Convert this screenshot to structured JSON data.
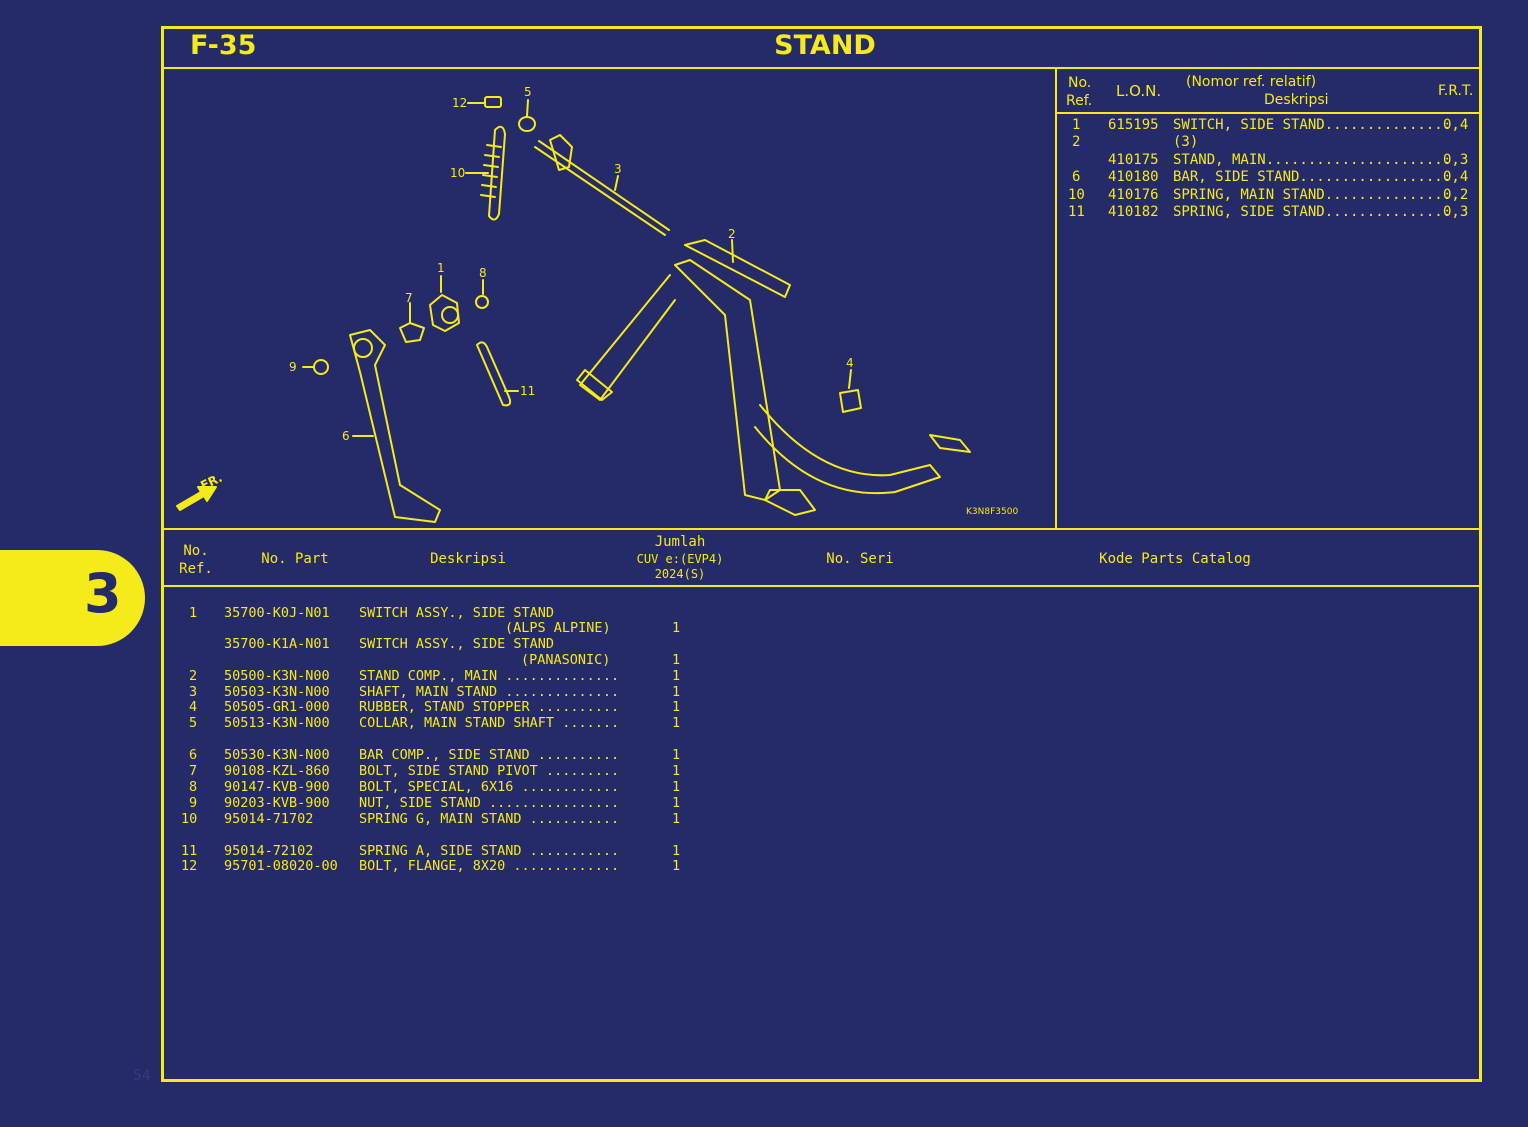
{
  "header": {
    "code": "F-35",
    "title": "STAND"
  },
  "section_tab": "3",
  "page_number": "54",
  "diagram": {
    "image_code": "K3N8F3500",
    "front_label": "FR.",
    "callouts": [
      "1",
      "2",
      "3",
      "4",
      "5",
      "6",
      "7",
      "8",
      "9",
      "10",
      "11",
      "12"
    ]
  },
  "frt_table": {
    "headers": {
      "ref": "No.\nRef.",
      "lon": "L.O.N.",
      "desc_top": "(Nomor ref. relatif)",
      "desc": "Deskripsi",
      "frt": "F.R.T."
    },
    "rows": [
      {
        "ref": "1",
        "lon": "615195",
        "desc": "SWITCH, SIDE STAND...............",
        "frt": "0,4"
      },
      {
        "ref": "2",
        "lon": "",
        "desc": "(3)",
        "frt": ""
      },
      {
        "ref": "",
        "lon": "410175",
        "desc": "STAND, MAIN......................",
        "frt": "0,3"
      },
      {
        "ref": "6",
        "lon": "410180",
        "desc": "BAR, SIDE STAND..................",
        "frt": "0,4"
      },
      {
        "ref": "10",
        "lon": "410176",
        "desc": "SPRING, MAIN STAND...............",
        "frt": "0,2"
      },
      {
        "ref": "11",
        "lon": "410182",
        "desc": "SPRING, SIDE STAND...............",
        "frt": "0,3"
      }
    ]
  },
  "parts_table": {
    "headers": {
      "ref": "No.\nRef.",
      "part": "No. Part",
      "desc": "Deskripsi",
      "qty_top": "Jumlah",
      "qty_mid": "CUV e:(EVP4)",
      "qty_bot": "2024(S)",
      "serial": "No. Seri",
      "catalog": "Kode Parts Catalog"
    },
    "rows": [
      {
        "ref": "1",
        "part": "35700-K0J-N01",
        "desc": "SWITCH ASSY., SIDE STAND",
        "qty": ""
      },
      {
        "ref": "",
        "part": "",
        "desc": "(ALPS ALPINE)",
        "qty": "1"
      },
      {
        "ref": "",
        "part": "35700-K1A-N01",
        "desc": "SWITCH ASSY., SIDE STAND",
        "qty": ""
      },
      {
        "ref": "",
        "part": "",
        "desc": "(PANASONIC)",
        "qty": "1"
      },
      {
        "ref": "2",
        "part": "50500-K3N-N00",
        "desc": "STAND COMP., MAIN ..............",
        "qty": "1"
      },
      {
        "ref": "3",
        "part": "50503-K3N-N00",
        "desc": "SHAFT, MAIN STAND ..............",
        "qty": "1"
      },
      {
        "ref": "4",
        "part": "50505-GR1-000",
        "desc": "RUBBER, STAND STOPPER ..........",
        "qty": "1"
      },
      {
        "ref": "5",
        "part": "50513-K3N-N00",
        "desc": "COLLAR, MAIN STAND SHAFT .......",
        "qty": "1"
      },
      {
        "ref": "6",
        "part": "50530-K3N-N00",
        "desc": "BAR COMP., SIDE STAND ..........",
        "qty": "1"
      },
      {
        "ref": "7",
        "part": "90108-KZL-860",
        "desc": "BOLT, SIDE STAND PIVOT .........",
        "qty": "1"
      },
      {
        "ref": "8",
        "part": "90147-KVB-900",
        "desc": "BOLT, SPECIAL, 6X16 ............",
        "qty": "1"
      },
      {
        "ref": "9",
        "part": "90203-KVB-900",
        "desc": "NUT, SIDE STAND ................",
        "qty": "1"
      },
      {
        "ref": "10",
        "part": "95014-71702",
        "desc": "SPRING G, MAIN STAND ...........",
        "qty": "1"
      },
      {
        "ref": "11",
        "part": "95014-72102",
        "desc": "SPRING A, SIDE STAND ...........",
        "qty": "1"
      },
      {
        "ref": "12",
        "part": "95701-08020-00",
        "desc": "BOLT, FLANGE, 8X20 .............",
        "qty": "1"
      }
    ]
  }
}
